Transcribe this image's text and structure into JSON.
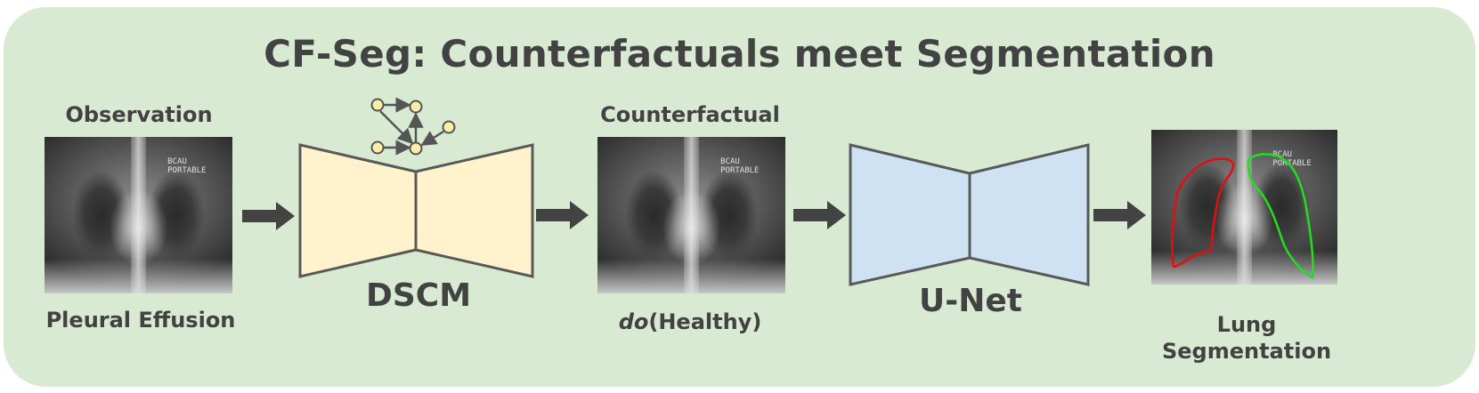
{
  "title": "CF-Seg: Counterfactuals meet Segmentation",
  "observation": {
    "label": "Observation",
    "caption": "Pleural Effusion"
  },
  "dscm": {
    "label": "DSCM"
  },
  "counterfactual": {
    "label": "Counterfactual",
    "caption_prefix": "do",
    "caption_suffix": "(Healthy)"
  },
  "unet": {
    "label": "U-Net"
  },
  "segmentation": {
    "caption_line1": "Lung",
    "caption_line2": "Segmentation"
  },
  "xray_marker": {
    "line1": "BCAU",
    "line2": "PORTABLE"
  },
  "colors": {
    "panel_bg": "#d9ead3",
    "text": "#424242",
    "dscm_fill": "#fff2cc",
    "unet_fill": "#cfe2f3",
    "outline": "#595959",
    "arrow": "#434343",
    "graph_node": "#ffeeaa",
    "right_lung_contour": "#e01010",
    "left_lung_contour": "#22dd22"
  }
}
